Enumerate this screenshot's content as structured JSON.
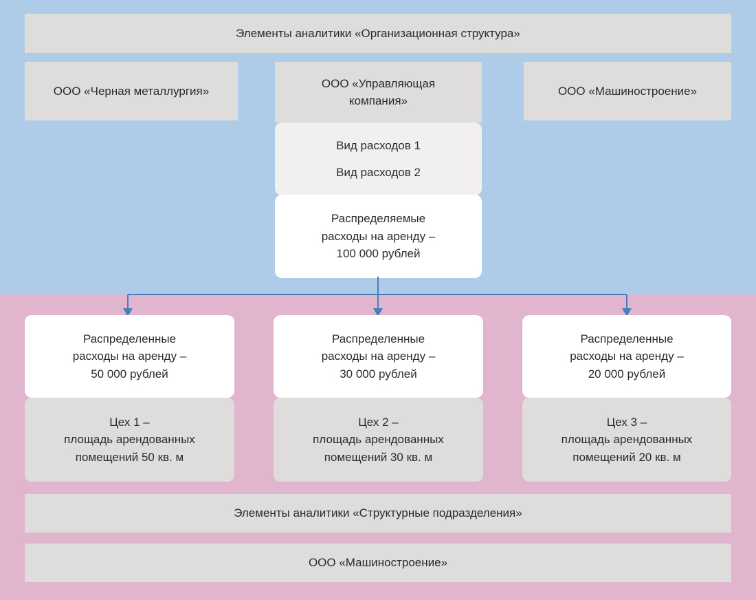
{
  "colors": {
    "blue_background": "#aecbe7",
    "pink_background": "#e2b5cf",
    "gray_box": "#dedddc",
    "light_gray_box": "#f2f0ef",
    "white_box": "#ffffff",
    "arrow": "#4a7dc0",
    "text": "#2b2b2b"
  },
  "org_section": {
    "title": "Элементы аналитики «Организационная структура»",
    "left_company": "ООО «Черная металлургия»",
    "center_company": "ООО «Управляющая\nкомпания»",
    "right_company": "ООО «Машиностроение»",
    "expense_type_1": "Вид расходов 1",
    "expense_type_2": "Вид расходов 2",
    "distributable_expense": "Распределяемые\nрасходы на аренду –\n100 000 рублей"
  },
  "dept_section": {
    "allocations": [
      {
        "amount": "Распределенные\nрасходы на аренду –\n50 000 рублей",
        "department": "Цех 1 –\nплощадь арендованных\nпомещений 50 кв. м"
      },
      {
        "amount": "Распределенные\nрасходы на аренду –\n30 000 рублей",
        "department": "Цех 2 –\nплощадь арендованных\nпомещений 30 кв. м"
      },
      {
        "amount": "Распределенные\nрасходы на аренду –\n20 000 рублей",
        "department": "Цех 3 –\nплощадь арендованных\nпомещений 20 кв. м"
      }
    ],
    "analytics_title": "Элементы аналитики «Структурные подразделения»",
    "company": "ООО «Машиностроение»"
  }
}
